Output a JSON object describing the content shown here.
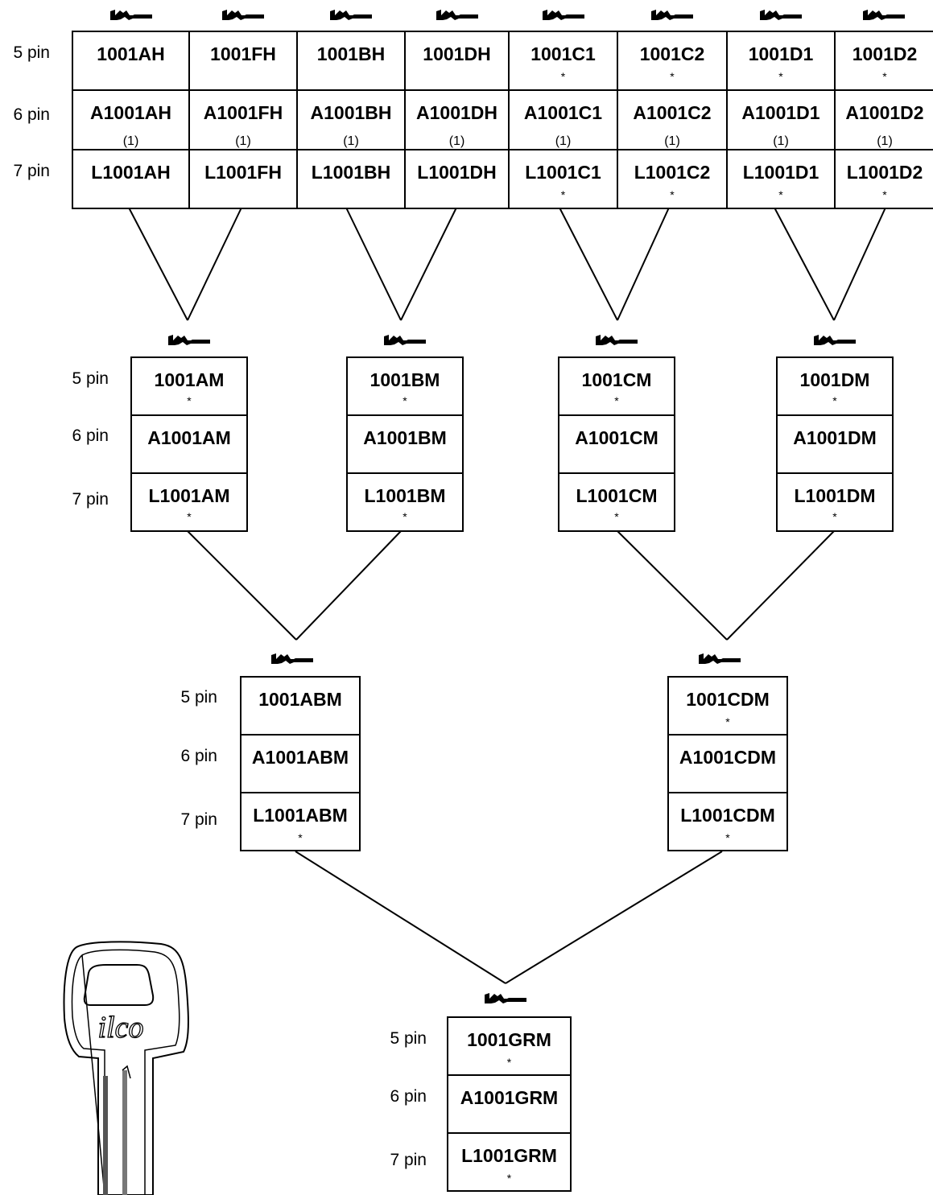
{
  "pin_labels": [
    "5 pin",
    "6 pin",
    "7 pin"
  ],
  "top_row": {
    "columns": [
      {
        "codes": [
          "1001AH",
          "A1001AH",
          "L1001AH"
        ],
        "marks": [
          "",
          "(1)",
          ""
        ]
      },
      {
        "codes": [
          "1001FH",
          "A1001FH",
          "L1001FH"
        ],
        "marks": [
          "",
          "(1)",
          ""
        ]
      },
      {
        "codes": [
          "1001BH",
          "A1001BH",
          "L1001BH"
        ],
        "marks": [
          "",
          "(1)",
          ""
        ]
      },
      {
        "codes": [
          "1001DH",
          "A1001DH",
          "L1001DH"
        ],
        "marks": [
          "",
          "(1)",
          ""
        ]
      },
      {
        "codes": [
          "1001C1",
          "A1001C1",
          "L1001C1"
        ],
        "marks": [
          "*",
          "(1)",
          "*"
        ]
      },
      {
        "codes": [
          "1001C2",
          "A1001C2",
          "L1001C2"
        ],
        "marks": [
          "*",
          "(1)",
          "*"
        ]
      },
      {
        "codes": [
          "1001D1",
          "A1001D1",
          "L1001D1"
        ],
        "marks": [
          "*",
          "(1)",
          "*"
        ]
      },
      {
        "codes": [
          "1001D2",
          "A1001D2",
          "L1001D2"
        ],
        "marks": [
          "*",
          "(1)",
          "*"
        ]
      }
    ]
  },
  "masters": [
    {
      "codes": [
        "1001AM",
        "A1001AM",
        "L1001AM"
      ],
      "marks": [
        "*",
        "",
        "*"
      ]
    },
    {
      "codes": [
        "1001BM",
        "A1001BM",
        "L1001BM"
      ],
      "marks": [
        "*",
        "",
        "*"
      ]
    },
    {
      "codes": [
        "1001CM",
        "A1001CM",
        "L1001CM"
      ],
      "marks": [
        "*",
        "",
        "*"
      ]
    },
    {
      "codes": [
        "1001DM",
        "A1001DM",
        "L1001DM"
      ],
      "marks": [
        "*",
        "",
        "*"
      ]
    }
  ],
  "grand_masters": [
    {
      "codes": [
        "1001ABM",
        "A1001ABM",
        "L1001ABM"
      ],
      "marks": [
        "",
        "",
        "*"
      ]
    },
    {
      "codes": [
        "1001CDM",
        "A1001CDM",
        "L1001CDM"
      ],
      "marks": [
        "*",
        "",
        "*"
      ]
    }
  ],
  "great_grand_master": {
    "codes": [
      "1001GRM",
      "A1001GRM",
      "L1001GRM"
    ],
    "marks": [
      "*",
      "",
      "*"
    ]
  },
  "key_logo_text": "ilco",
  "colors": {
    "ink": "#000000",
    "paper": "#ffffff"
  },
  "icons": {
    "keyway": "keyway-profile-icon",
    "key": "key-blank-icon"
  }
}
